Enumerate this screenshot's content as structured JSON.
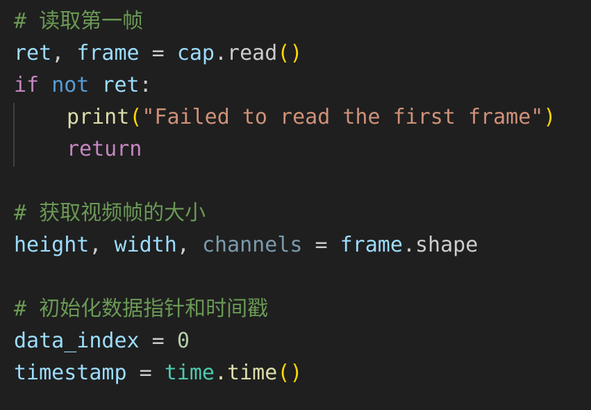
{
  "lines": [
    {
      "comment": "# 读取第一帧"
    },
    {
      "a": "ret",
      "b": ", ",
      "c": "frame",
      "d": " = ",
      "e": "cap",
      "f": ".read",
      "g": "()"
    },
    {
      "kw_if": "if",
      "sp1": " ",
      "kw_not": "not",
      "sp2": " ",
      "v": "ret",
      "p": ":"
    },
    {
      "fn": "print",
      "lp": "(",
      "str": "\"Failed to read the first frame\"",
      "rp": ")"
    },
    {
      "kw": "return"
    },
    {},
    {
      "comment": "# 获取视频帧的大小"
    },
    {
      "a": "height",
      "b": ", ",
      "c": "width",
      "d": ", ",
      "e": "channels",
      "f": " = ",
      "g": "frame",
      "h": ".shape"
    },
    {},
    {
      "comment": "# 初始化数据指针和时间戳"
    },
    {
      "a": "data_index",
      "b": " = ",
      "c": "0"
    },
    {
      "a": "timestamp",
      "b": " = ",
      "c": "time",
      "d": ".time",
      "e": "()"
    }
  ]
}
